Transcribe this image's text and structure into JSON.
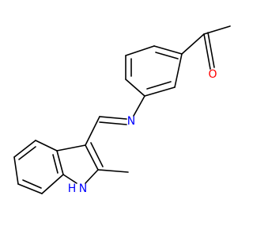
{
  "molecule": {
    "atom_labels": {
      "carbonyl_oxygen": "O",
      "imine_nitrogen": "N",
      "indole_nitrogen": "N",
      "indole_hydrogen": "H"
    },
    "colors": {
      "oxygen": "#ff0000",
      "nitrogen": "#0000ff",
      "bond": "#000000"
    }
  }
}
